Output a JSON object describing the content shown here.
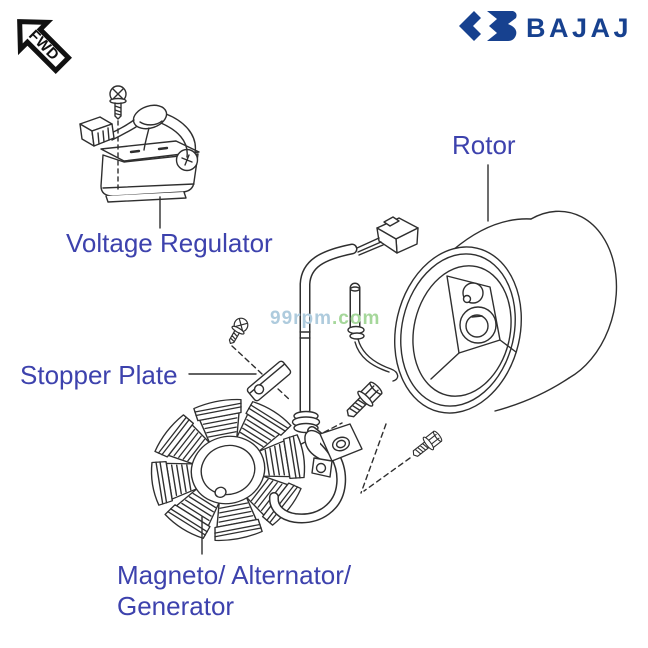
{
  "brand": {
    "fwd_label": "FWD",
    "logo_text": "BAJAJ",
    "logo_color": "#17418f"
  },
  "watermark": {
    "primary": "99rpm",
    "suffix": ".com",
    "primary_color": "#aecbdd",
    "suffix_color": "#a5d79a"
  },
  "labels": {
    "rotor": "Rotor",
    "voltage_regulator": "Voltage Regulator",
    "stopper_plate": "Stopper Plate",
    "magneto_line1": "Magneto/ Alternator/",
    "magneto_line2": "Generator",
    "color": "#3d42ad"
  },
  "diagram": {
    "parts": [
      "voltage-regulator",
      "rotor",
      "stator-magneto",
      "wiring-harness",
      "stopper-plate",
      "mounting-screws",
      "pickup-bracket"
    ]
  }
}
